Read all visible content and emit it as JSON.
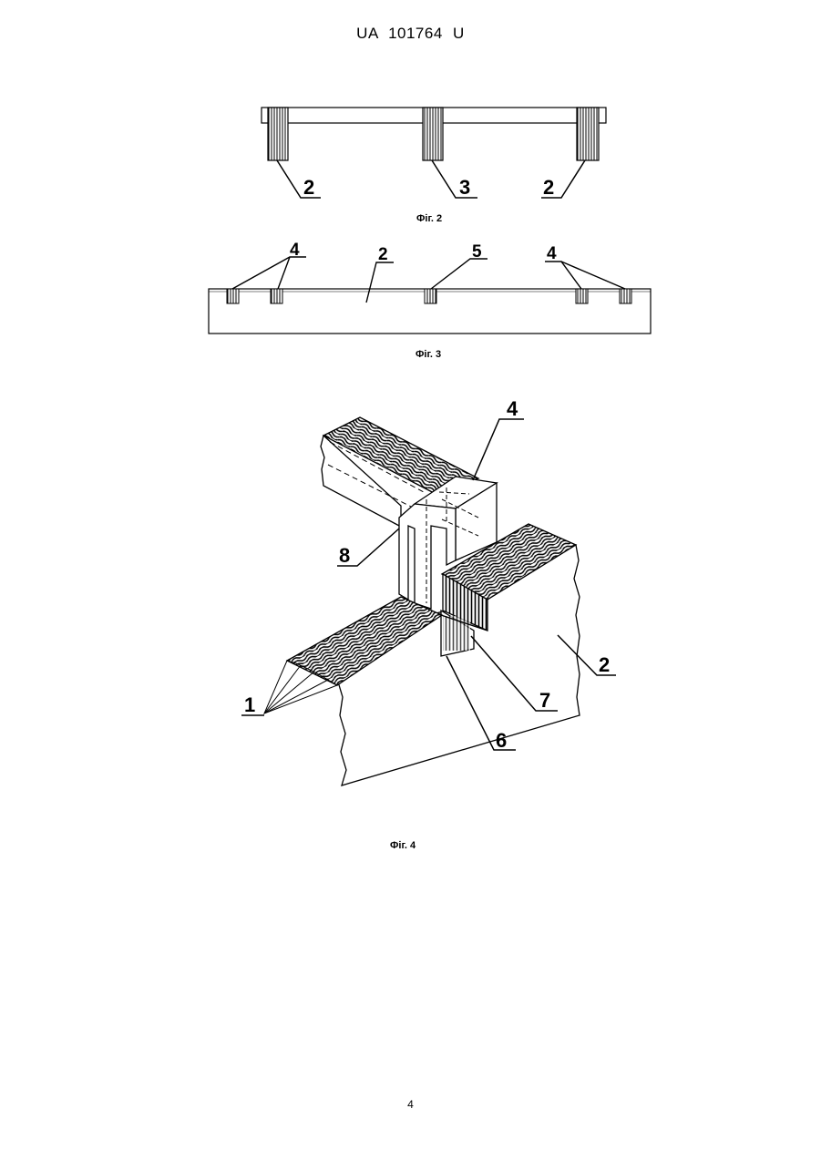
{
  "header": {
    "patent_number": "UA   101764   U"
  },
  "figures": [
    {
      "caption": "Фіг. 2",
      "labels": [
        "2",
        "3",
        "2"
      ]
    },
    {
      "caption": "Фіг. 3",
      "labels": [
        "4",
        "2",
        "5",
        "4"
      ]
    },
    {
      "caption": "Фіг. 4",
      "labels": [
        "4",
        "8",
        "2",
        "1",
        "7",
        "6"
      ]
    }
  ],
  "page_number": "4"
}
